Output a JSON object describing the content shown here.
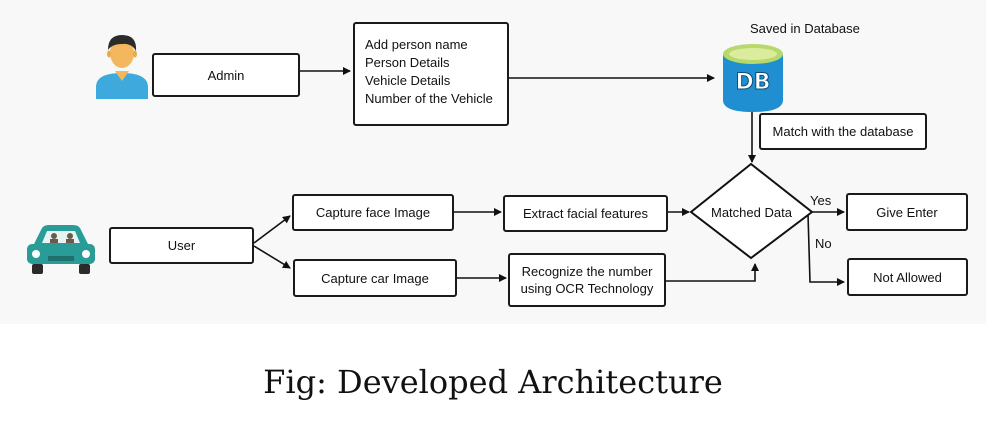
{
  "diagram": {
    "admin_label": "Admin",
    "admin_inputs": [
      "Add person name",
      "Person Details",
      "Vehicle Details",
      "Number of the Vehicle"
    ],
    "db_caption": "Saved in Database",
    "db_icon_text": "DB",
    "match_db_label": "Match with the database",
    "user_label": "User",
    "capture_face_label": "Capture face Image",
    "capture_car_label": "Capture car Image",
    "extract_features_label": "Extract facial features",
    "ocr_line1": "Recognize the number",
    "ocr_line2": "using OCR Technology",
    "decision_label": "Matched Data",
    "yes_label": "Yes",
    "no_label": "No",
    "give_enter_label": "Give Enter",
    "not_allowed_label": "Not Allowed",
    "person_icon": "person-icon",
    "car_icon": "car-icon",
    "database_icon": "database-icon"
  },
  "caption": "Fig: Developed Architecture",
  "colors": {
    "db_blue": "#1f8fd1",
    "db_green": "#b7d96b",
    "car_teal": "#2a9c98",
    "person_skin": "#f3b85e",
    "person_shirt": "#3ea9dd"
  }
}
